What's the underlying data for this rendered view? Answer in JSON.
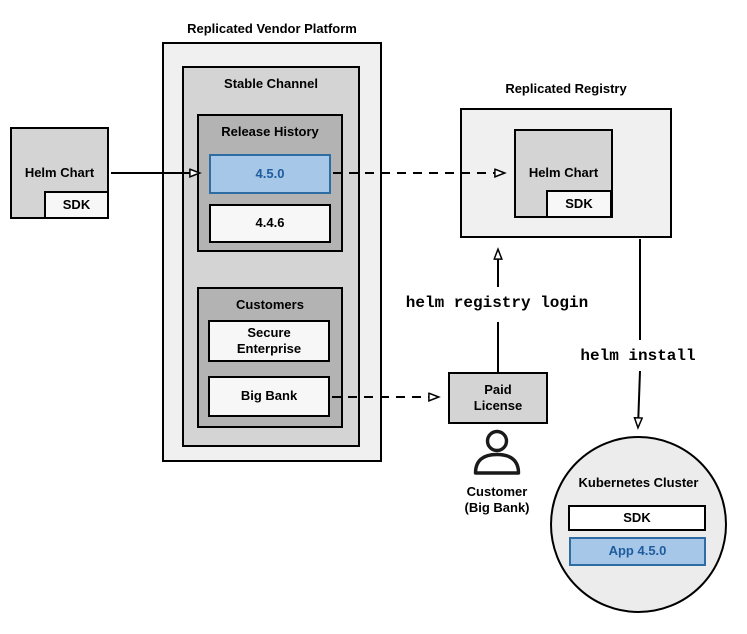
{
  "colors": {
    "accent_blue_fill": "#a6c7e7",
    "accent_blue_border": "#2e6da4",
    "accent_blue_text": "#1e5c9e",
    "container_light_gray": "#f0f0f0",
    "container_medium_gray": "#d4d4d4",
    "container_dark_gray": "#b3b3b3",
    "box_off_white": "#f7f7f7",
    "cluster_gray": "#ececec",
    "line_black": "#000000"
  },
  "platform": {
    "title": "Replicated Vendor Platform",
    "stable_channel": {
      "title": "Stable Channel",
      "release_history": {
        "title": "Release History",
        "releases": [
          {
            "version": "4.5.0",
            "highlighted": true
          },
          {
            "version": "4.4.6",
            "highlighted": false
          }
        ]
      },
      "customers": {
        "title": "Customers",
        "items": [
          {
            "name": "Secure\nEnterprise"
          },
          {
            "name": "Big Bank"
          }
        ]
      }
    }
  },
  "helm_chart_source": {
    "label": "Helm Chart",
    "sdk": "SDK"
  },
  "registry": {
    "title": "Replicated Registry",
    "helm_chart": "Helm Chart",
    "sdk": "SDK"
  },
  "paid_license": {
    "label": "Paid\nLicense"
  },
  "customer": {
    "caption": "Customer\n(Big Bank)"
  },
  "commands": {
    "registry_login": "helm registry login",
    "install": "helm install"
  },
  "cluster": {
    "title": "Kubernetes Cluster",
    "sdk": "SDK",
    "app": "App 4.5.0"
  }
}
